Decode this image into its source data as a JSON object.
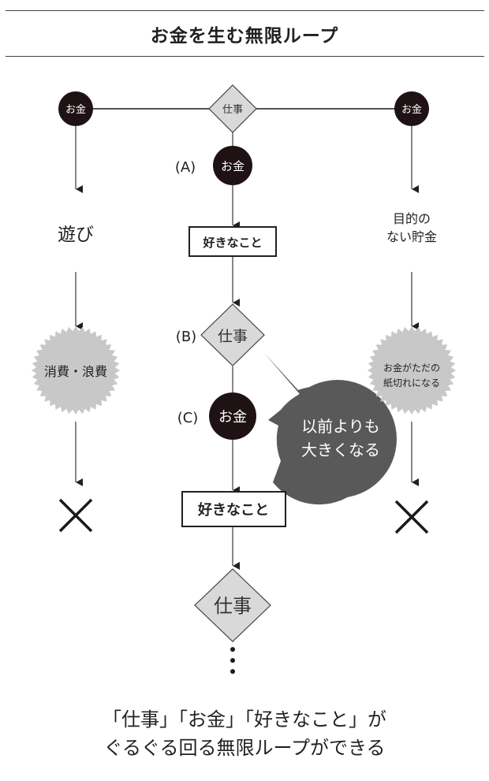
{
  "title": "お金を生む無限ループ",
  "colors": {
    "money_circle": "#1e1214",
    "work_diamond": "#d9d9d9",
    "starburst": "#c8c8c8",
    "bubble": "#595959",
    "line": "#3a3a3a"
  },
  "top_row": {
    "left_node": "お金",
    "center_node": "仕事",
    "right_node": "お金"
  },
  "left_branch": {
    "step1": "遊び",
    "step2": "消費・浪費",
    "end_icon": "cross-icon"
  },
  "right_branch": {
    "step1_line1": "目的の",
    "step1_line2": "ない貯金",
    "step2_line1": "お金がただの",
    "step2_line2": "紙切れになる",
    "end_icon": "cross-icon"
  },
  "center_flow": {
    "a_label": "(A)",
    "a_node": "お金",
    "box1": "好きなこと",
    "b_label": "(B)",
    "b_node": "仕事",
    "c_label": "(C)",
    "c_node": "お金",
    "box2": "好きなこと",
    "d_node": "仕事",
    "continuation": "⋮"
  },
  "speech_bubble": {
    "line1": "以前よりも",
    "line2": "大きくなる"
  },
  "caption": {
    "line1": "「仕事」「お金」「好きなこと」が",
    "line2": "ぐるぐる回る無限ループができる"
  }
}
